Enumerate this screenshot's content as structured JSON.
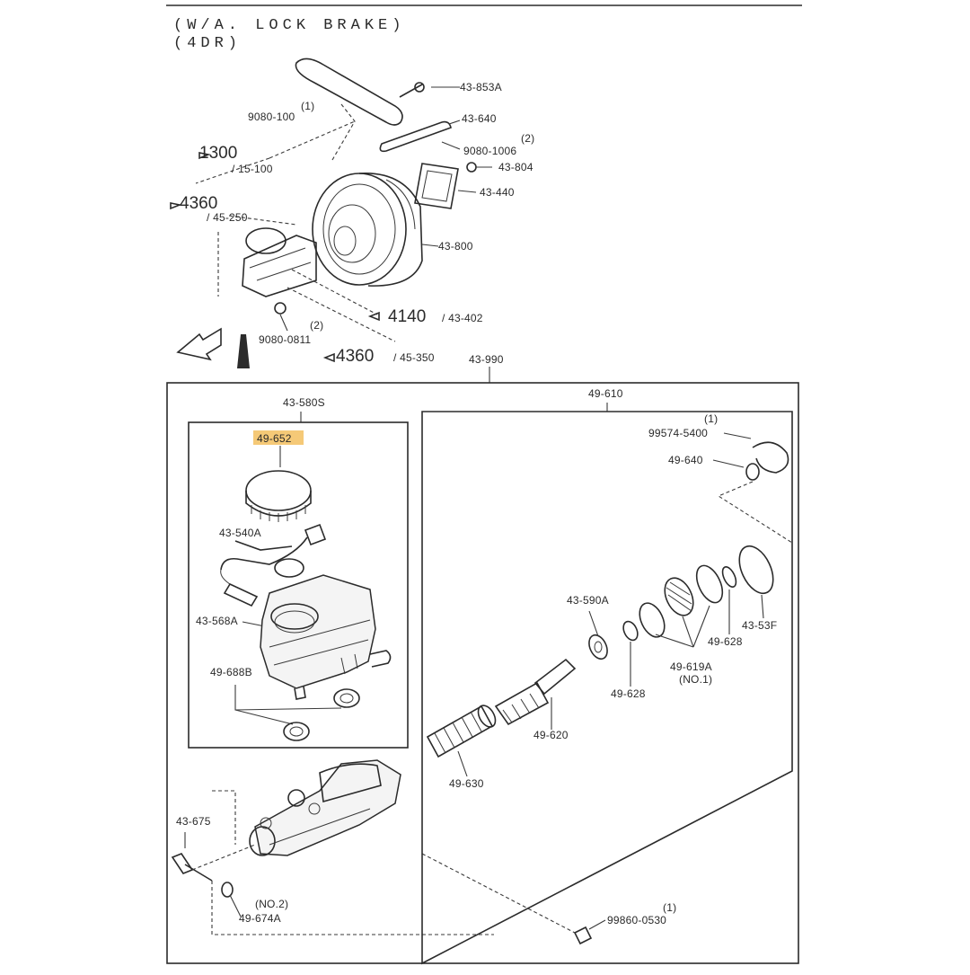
{
  "header": {
    "line1": "(W/A. LOCK BRAKE)",
    "line2": "(4DR)"
  },
  "labels": {
    "p43_853A": "43-853A",
    "p9080_1": "(1)",
    "p9080": "9080-100",
    "p43_640": "43-640",
    "ref1300_a": "1300",
    "ref1300_b": "/ 15-100",
    "p9080b_q": "(2)",
    "p9080b": "9080-1006",
    "p43_804": "43-804",
    "p43_440": "43-440",
    "ref4360_a": "4360",
    "ref4360_b": "/ 45-250",
    "p43_800": "43-800",
    "ref4140_a": "4140",
    "ref4140_b": "/ 43-402",
    "p9080c_q": "(2)",
    "p9080c": "9080-0811",
    "ref4360c_a": "4360",
    "ref4360c_b": "/ 45-350",
    "p43_990": "43-990",
    "p43_580S": "43-580S",
    "p49_652": "49-652",
    "p49_610": "49-610",
    "p99574_q": "(1)",
    "p99574": "99574-5400",
    "p49_640": "49-640",
    "p43_540A": "43-540A",
    "p43_590A": "43-590A",
    "p43_568A": "43-568A",
    "p49_688B": "49-688B",
    "p49_628a": "49-628",
    "p43_53F": "43-53F",
    "p49_619A": "49-619A",
    "p49_619A_q": "(NO.1)",
    "p49_628b": "49-628",
    "p49_620": "49-620",
    "p49_630": "49-630",
    "p43_675": "43-675",
    "p49_674_q": "(NO.2)",
    "p49_674A": "49-674A",
    "p99_q": "(1)",
    "p99860": "99860-0530"
  },
  "colors": {
    "highlight": "#f5c977",
    "ink": "#2b2b2b"
  },
  "icons": [
    "front-direction-arrow-icon",
    "reference-arrow-icon"
  ]
}
